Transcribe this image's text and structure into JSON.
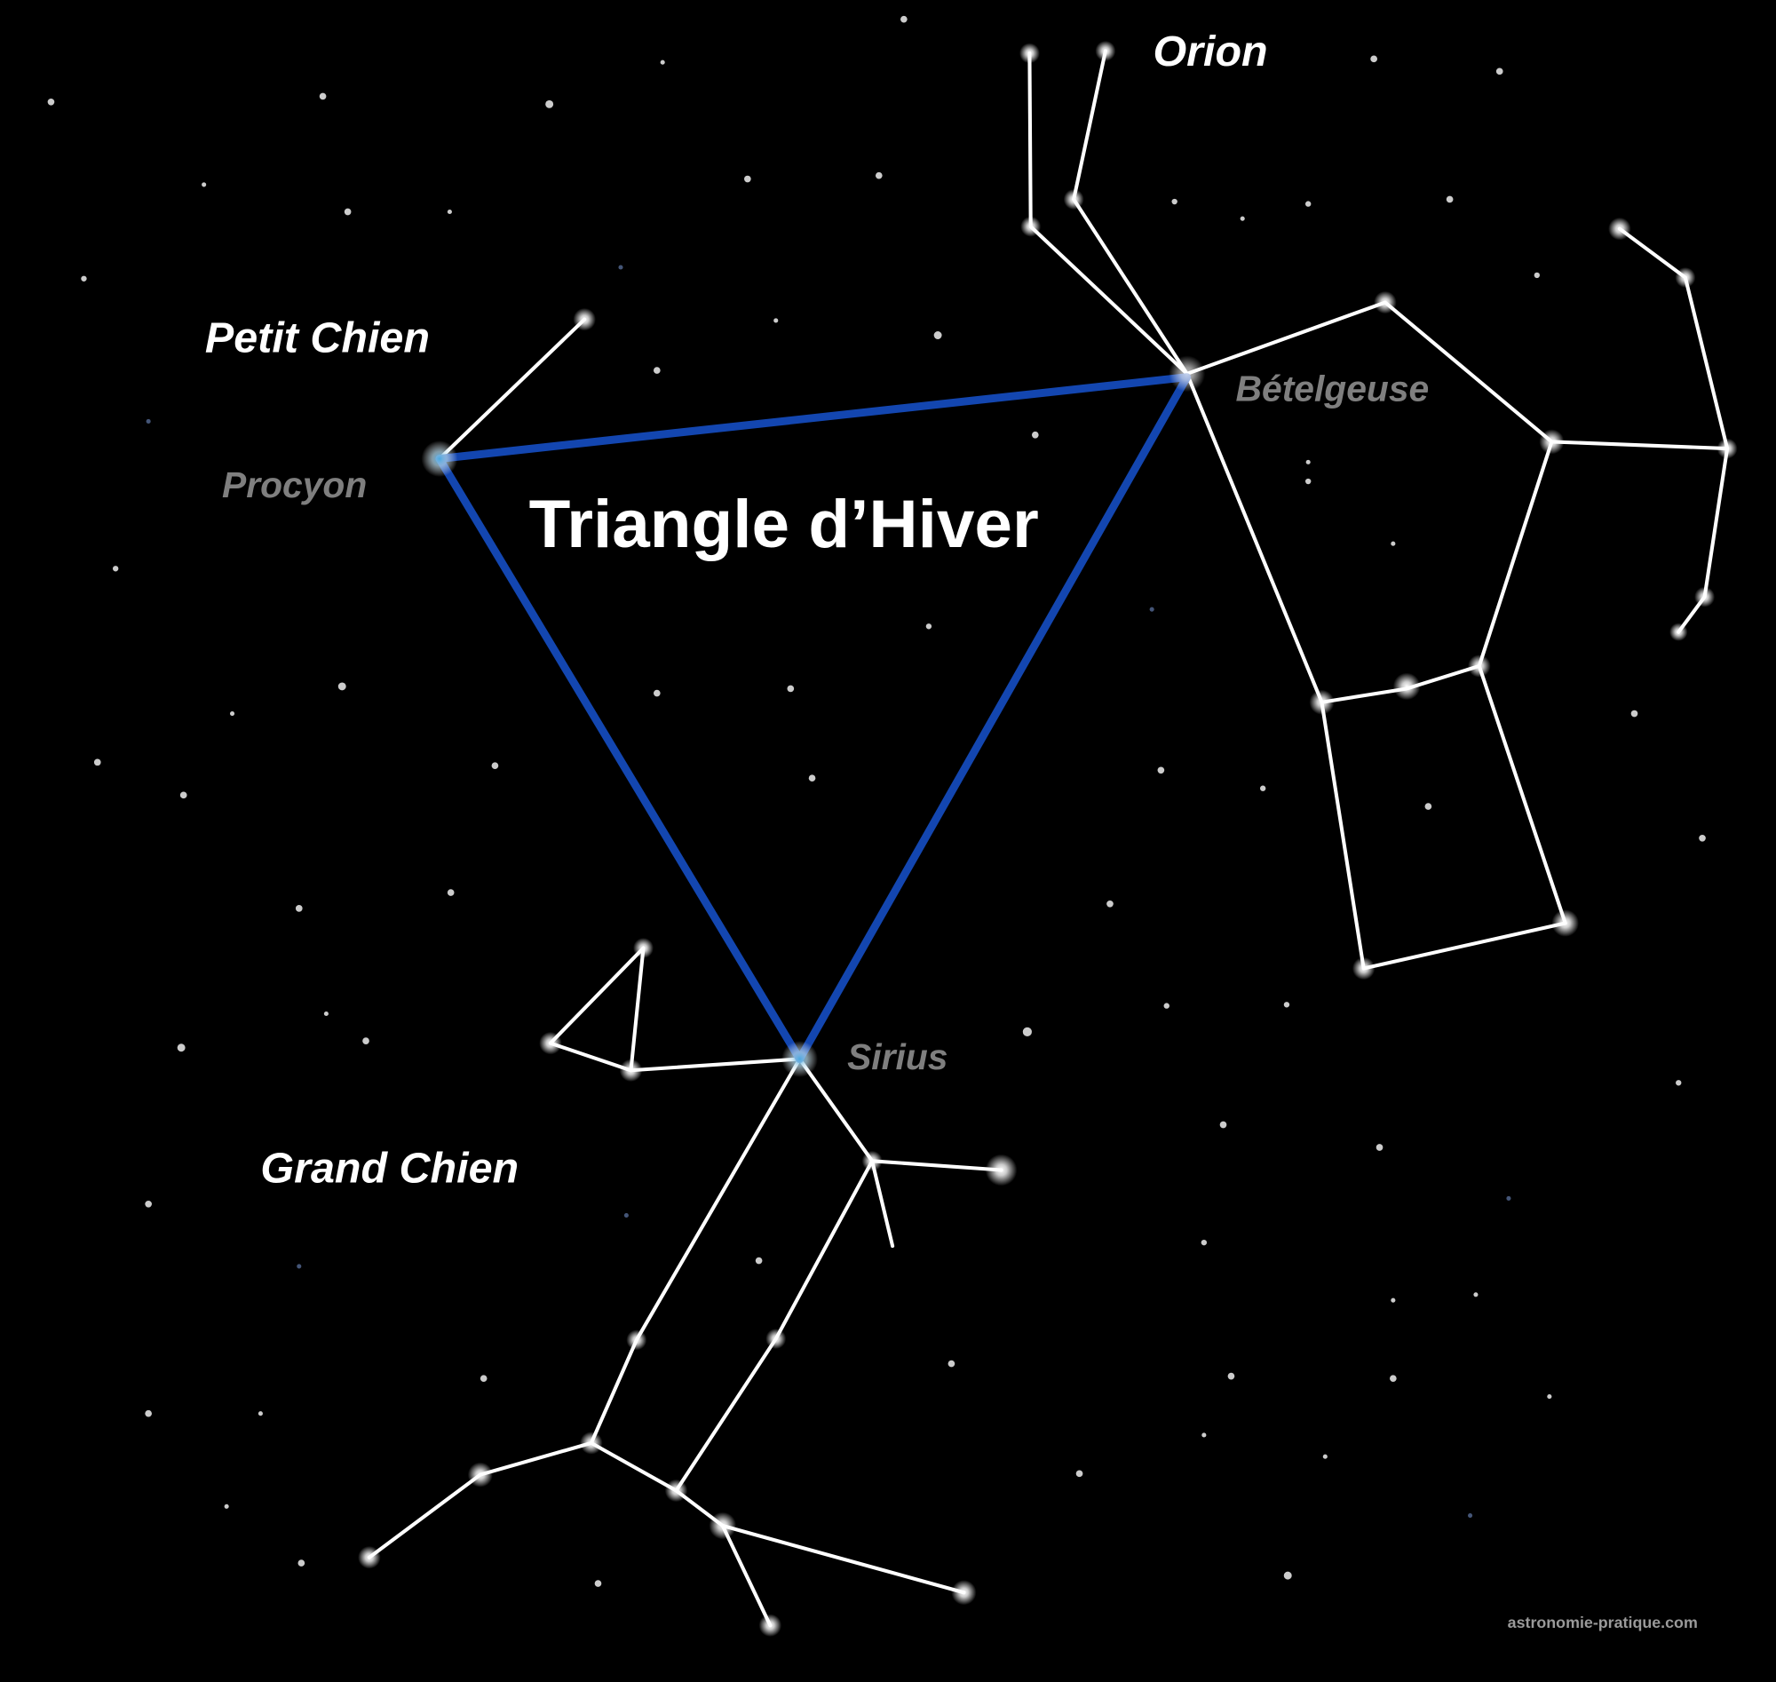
{
  "title": "Triangle d’Hiver",
  "colors": {
    "background": "#000000",
    "constellation_lines": "#ffffff",
    "triangle": "#1346b0",
    "star_labels": "#7f7f7f",
    "bright_star_glow": "#4aa8e0"
  },
  "constellations": [
    {
      "name": "Orion"
    },
    {
      "name": "Petit Chien"
    },
    {
      "name": "Grand Chien"
    }
  ],
  "stars": [
    {
      "name": "Bételgeuse"
    },
    {
      "name": "Procyon"
    },
    {
      "name": "Sirius"
    }
  ],
  "watermark": "astronomie-pratique.com"
}
